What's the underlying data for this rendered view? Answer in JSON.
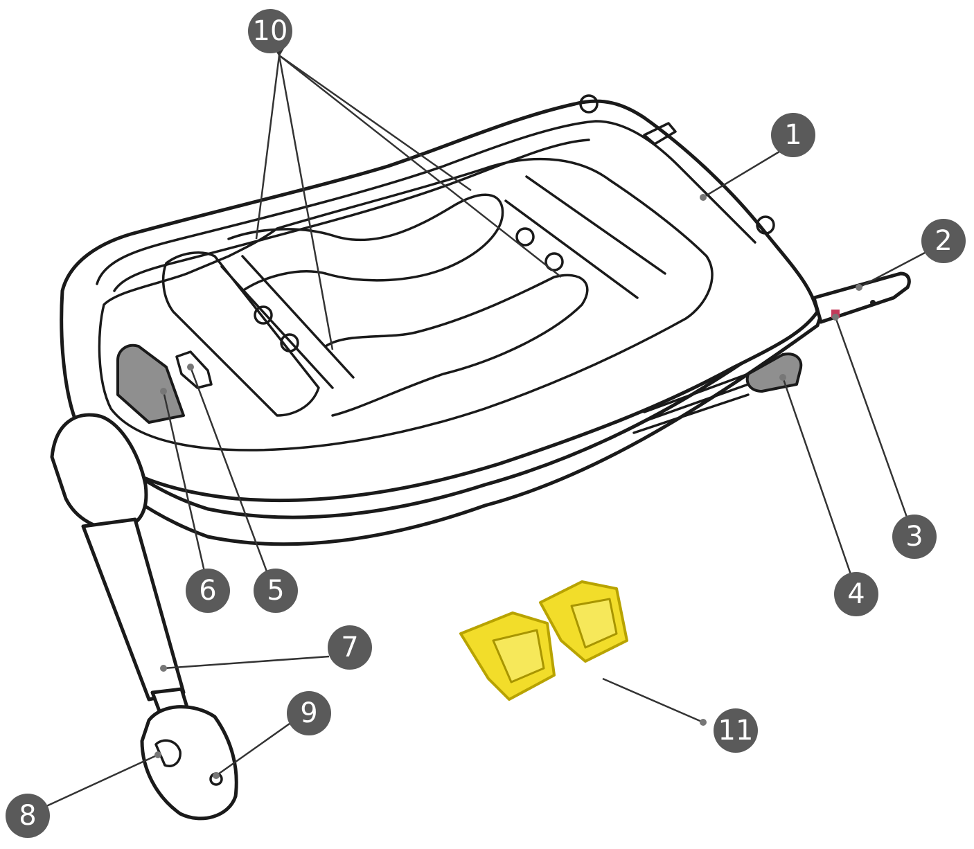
{
  "callouts": [
    {
      "id": "1",
      "label": "1"
    },
    {
      "id": "2",
      "label": "2"
    },
    {
      "id": "3",
      "label": "3"
    },
    {
      "id": "4",
      "label": "4"
    },
    {
      "id": "5",
      "label": "5"
    },
    {
      "id": "6",
      "label": "6"
    },
    {
      "id": "7",
      "label": "7"
    },
    {
      "id": "8",
      "label": "8"
    },
    {
      "id": "9",
      "label": "9"
    },
    {
      "id": "10",
      "label": "10"
    },
    {
      "id": "11",
      "label": "11"
    }
  ],
  "colors": {
    "callout_fill": "#5a5a5a",
    "callout_text": "#ffffff",
    "line_art": "#1a1a1a",
    "clip_yellow": "#f2dd2a",
    "grey_part": "#8f8f8f"
  }
}
